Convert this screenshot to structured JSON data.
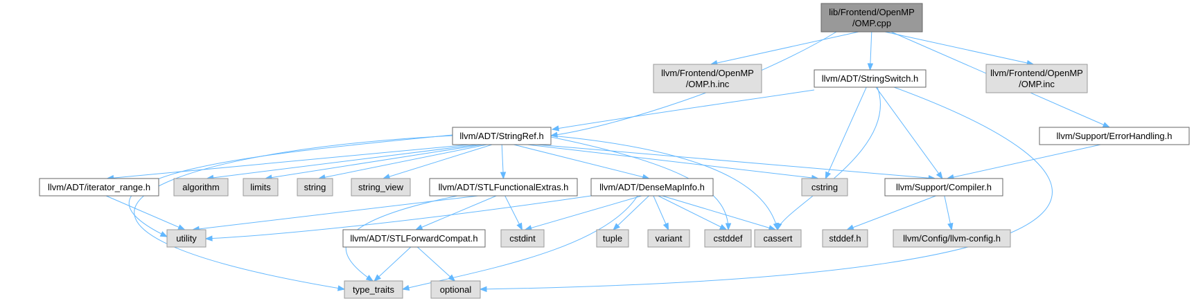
{
  "colors": {
    "root_fill": "#999999",
    "root_stroke": "#666666",
    "header_fill": "#ffffff",
    "header_stroke": "#666666",
    "system_fill": "#e0e0e0",
    "system_stroke": "#999999",
    "edge": "#63b8ff"
  },
  "nodes": [
    {
      "id": "omp_cpp",
      "lines": [
        "lib/Frontend/OpenMP",
        "/OMP.cpp"
      ],
      "kind": "root"
    },
    {
      "id": "omp_h_inc",
      "lines": [
        "llvm/Frontend/OpenMP",
        "/OMP.h.inc"
      ],
      "kind": "system"
    },
    {
      "id": "stringswitch",
      "lines": [
        "llvm/ADT/StringSwitch.h"
      ],
      "kind": "header"
    },
    {
      "id": "omp_inc",
      "lines": [
        "llvm/Frontend/OpenMP",
        "/OMP.inc"
      ],
      "kind": "system"
    },
    {
      "id": "stringref",
      "lines": [
        "llvm/ADT/StringRef.h"
      ],
      "kind": "header"
    },
    {
      "id": "errorhandling",
      "lines": [
        "llvm/Support/ErrorHandling.h"
      ],
      "kind": "header"
    },
    {
      "id": "iterator_range",
      "lines": [
        "llvm/ADT/iterator_range.h"
      ],
      "kind": "header"
    },
    {
      "id": "algorithm",
      "lines": [
        "algorithm"
      ],
      "kind": "system"
    },
    {
      "id": "limits",
      "lines": [
        "limits"
      ],
      "kind": "system"
    },
    {
      "id": "string",
      "lines": [
        "string"
      ],
      "kind": "system"
    },
    {
      "id": "string_view",
      "lines": [
        "string_view"
      ],
      "kind": "system"
    },
    {
      "id": "stlfunctional",
      "lines": [
        "llvm/ADT/STLFunctionalExtras.h"
      ],
      "kind": "header"
    },
    {
      "id": "densemapinfo",
      "lines": [
        "llvm/ADT/DenseMapInfo.h"
      ],
      "kind": "header"
    },
    {
      "id": "cstring",
      "lines": [
        "cstring"
      ],
      "kind": "system"
    },
    {
      "id": "compiler",
      "lines": [
        "llvm/Support/Compiler.h"
      ],
      "kind": "header"
    },
    {
      "id": "utility",
      "lines": [
        "utility"
      ],
      "kind": "system"
    },
    {
      "id": "stlforward",
      "lines": [
        "llvm/ADT/STLForwardCompat.h"
      ],
      "kind": "header"
    },
    {
      "id": "cstdint",
      "lines": [
        "cstdint"
      ],
      "kind": "system"
    },
    {
      "id": "tuple",
      "lines": [
        "tuple"
      ],
      "kind": "system"
    },
    {
      "id": "variant",
      "lines": [
        "variant"
      ],
      "kind": "system"
    },
    {
      "id": "cstddef",
      "lines": [
        "cstddef"
      ],
      "kind": "system"
    },
    {
      "id": "cassert",
      "lines": [
        "cassert"
      ],
      "kind": "system"
    },
    {
      "id": "stddef_h",
      "lines": [
        "stddef.h"
      ],
      "kind": "system"
    },
    {
      "id": "llvm_config",
      "lines": [
        "llvm/Config/llvm-config.h"
      ],
      "kind": "system"
    },
    {
      "id": "type_traits",
      "lines": [
        "type_traits"
      ],
      "kind": "system"
    },
    {
      "id": "optional",
      "lines": [
        "optional"
      ],
      "kind": "system"
    }
  ],
  "edges": [
    {
      "from": "omp_cpp",
      "to": "omp_h_inc"
    },
    {
      "from": "omp_cpp",
      "to": "stringswitch"
    },
    {
      "from": "omp_cpp",
      "to": "omp_inc"
    },
    {
      "from": "omp_cpp",
      "to": "stringref"
    },
    {
      "from": "omp_cpp",
      "to": "errorhandling"
    },
    {
      "from": "stringswitch",
      "to": "stringref"
    },
    {
      "from": "stringswitch",
      "to": "cstring"
    },
    {
      "from": "stringswitch",
      "to": "cassert"
    },
    {
      "from": "stringswitch",
      "to": "compiler"
    },
    {
      "from": "stringswitch",
      "to": "optional"
    },
    {
      "from": "errorhandling",
      "to": "compiler"
    },
    {
      "from": "stringref",
      "to": "iterator_range"
    },
    {
      "from": "stringref",
      "to": "algorithm"
    },
    {
      "from": "stringref",
      "to": "limits"
    },
    {
      "from": "stringref",
      "to": "string"
    },
    {
      "from": "stringref",
      "to": "string_view"
    },
    {
      "from": "stringref",
      "to": "stlfunctional"
    },
    {
      "from": "stringref",
      "to": "densemapinfo"
    },
    {
      "from": "stringref",
      "to": "cstring"
    },
    {
      "from": "stringref",
      "to": "compiler"
    },
    {
      "from": "stringref",
      "to": "utility"
    },
    {
      "from": "stringref",
      "to": "type_traits"
    },
    {
      "from": "stringref",
      "to": "cstddef"
    },
    {
      "from": "stringref",
      "to": "cassert"
    },
    {
      "from": "iterator_range",
      "to": "utility"
    },
    {
      "from": "stlfunctional",
      "to": "utility"
    },
    {
      "from": "stlfunctional",
      "to": "stlforward"
    },
    {
      "from": "stlfunctional",
      "to": "cstdint"
    },
    {
      "from": "stlfunctional",
      "to": "type_traits"
    },
    {
      "from": "densemapinfo",
      "to": "utility"
    },
    {
      "from": "densemapinfo",
      "to": "cstdint"
    },
    {
      "from": "densemapinfo",
      "to": "tuple"
    },
    {
      "from": "densemapinfo",
      "to": "variant"
    },
    {
      "from": "densemapinfo",
      "to": "cstddef"
    },
    {
      "from": "densemapinfo",
      "to": "cassert"
    },
    {
      "from": "densemapinfo",
      "to": "type_traits"
    },
    {
      "from": "stlforward",
      "to": "type_traits"
    },
    {
      "from": "stlforward",
      "to": "optional"
    },
    {
      "from": "compiler",
      "to": "stddef_h"
    },
    {
      "from": "compiler",
      "to": "llvm_config"
    }
  ]
}
